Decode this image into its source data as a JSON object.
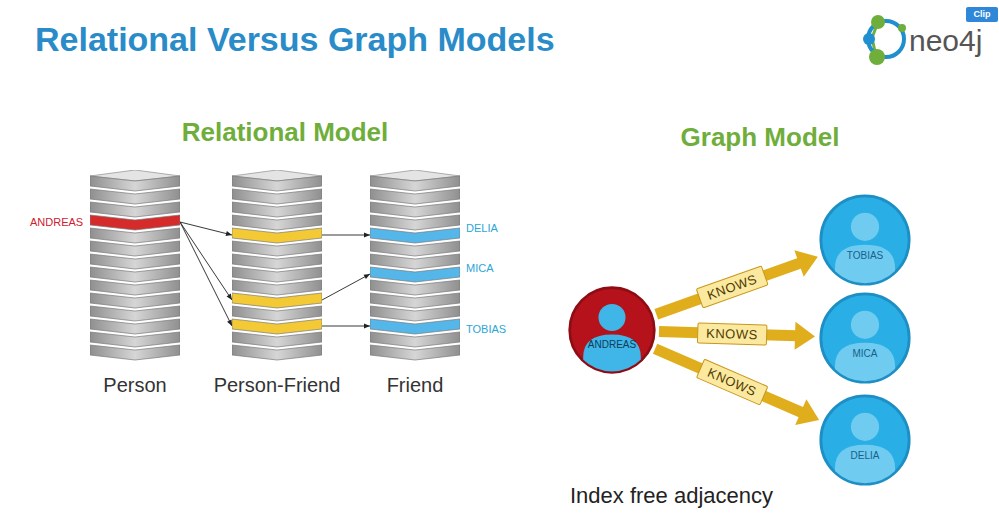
{
  "diagram": {
    "title": "Relational Versus Graph Models",
    "nodes": [
      {
        "text": [
          "Person"
        ]
      },
      {
        "text": [
          "Person-Friend"
        ]
      },
      {
        "text": [
          "Friend"
        ]
      },
      {
        "text": [
          "ANDREAS"
        ]
      },
      {
        "text": [
          "TOBIAS"
        ]
      },
      {
        "text": [
          "MICA"
        ]
      },
      {
        "text": [
          "DELIA"
        ]
      }
    ],
    "edges": [
      {
        "from": 0,
        "to": 1,
        "arrow": "to"
      },
      {
        "from": 0,
        "to": 1,
        "arrow": "to"
      },
      {
        "from": 0,
        "to": 1,
        "arrow": "to"
      },
      {
        "from": 1,
        "to": 2,
        "arrow": "to"
      },
      {
        "from": 1,
        "to": 2,
        "arrow": "to"
      },
      {
        "from": 1,
        "to": 2,
        "arrow": "to"
      },
      {
        "from": 3,
        "to": 4,
        "label": "KNOWS",
        "arrow": "to"
      },
      {
        "from": 3,
        "to": 5,
        "label": "KNOWS",
        "arrow": "to"
      },
      {
        "from": 3,
        "to": 6,
        "label": "KNOWS",
        "arrow": "to"
      }
    ],
    "labels": [
      "Relational Model",
      "Graph Model",
      "ANDREAS",
      "DELIA",
      "MICA",
      "TOBIAS",
      "Index free adjacency",
      "neo4j",
      "Clip"
    ]
  }
}
